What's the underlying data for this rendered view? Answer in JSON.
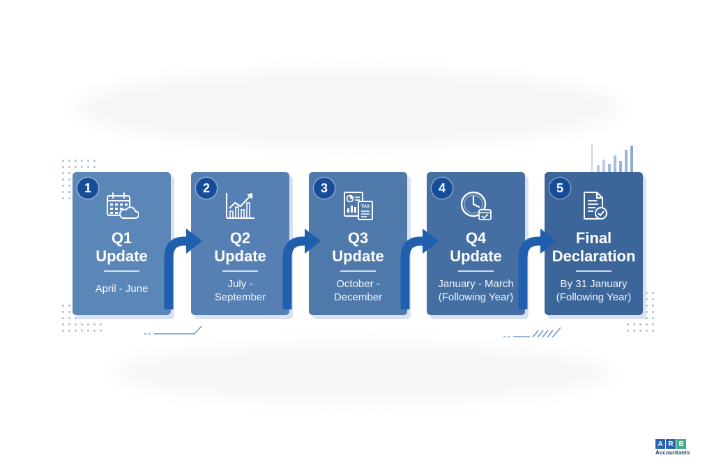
{
  "steps": [
    {
      "number": "1",
      "title_line1": "Q1",
      "title_line2": "Update",
      "date_line1": "April - June",
      "date_line2": "",
      "color": "#5b86b8",
      "icon": "calendar-cloud-icon"
    },
    {
      "number": "2",
      "title_line1": "Q2",
      "title_line2": "Update",
      "date_line1": "July -",
      "date_line2": "September",
      "color": "#5680b3",
      "icon": "growth-chart-icon"
    },
    {
      "number": "3",
      "title_line1": "Q3",
      "title_line2": "Update",
      "date_line1": "October -",
      "date_line2": "December",
      "color": "#4f78ab",
      "icon": "tax-document-icon"
    },
    {
      "number": "4",
      "title_line1": "Q4",
      "title_line2": "Update",
      "date_line1": "January - March",
      "date_line2": "(Following Year)",
      "color": "#456fa3",
      "icon": "clock-calendar-icon"
    },
    {
      "number": "5",
      "title_line1": "Final",
      "title_line2": "Declaration",
      "date_line1": "By 31 January",
      "date_line2": "(Following Year)",
      "color": "#3c6699",
      "icon": "document-check-icon"
    }
  ],
  "brand": {
    "letters": [
      "A",
      "R",
      "B"
    ],
    "name": "Accountants",
    "colors": [
      "#2c63b1",
      "#2c63b1",
      "#3fae83"
    ]
  },
  "palette": {
    "badge": "#174d98",
    "arrow": "#1f5fae",
    "shadow": "#d9e2ee",
    "accent_lines": "#6f96c6"
  }
}
